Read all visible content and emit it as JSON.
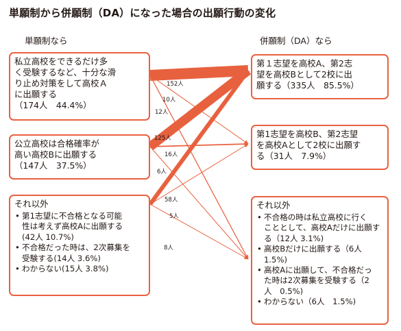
{
  "title": "単願制から併願制（DA）になった場合の出願行動の変化",
  "colors": {
    "accent": "#e8613f",
    "text": "#231815"
  },
  "left_header": "単願制なら",
  "right_header": "併願制（DA）なら",
  "left_boxes": {
    "private": {
      "lines": [
        "私立高校をできるだけ多",
        "く受験するなど、十分な滑",
        "り止め対策をして高校Ａ",
        "に出願する",
        "（174人　44.4%）"
      ]
    },
    "public": {
      "lines": [
        "公立高校は合格確率が",
        "高い高校Bに出願する",
        "（147人　37.5%）"
      ]
    },
    "other": {
      "head": "それ以外",
      "items": [
        {
          "lines": [
            "第1志望に不合格となる可能",
            "性は考えず高校Aに出願する",
            "(42人 10.7%)"
          ]
        },
        {
          "lines": [
            "不合格だった時は、2次募集を",
            "受験する(14人 3.6%)"
          ]
        },
        {
          "lines": [
            "わからない(15人 3.8%)"
          ]
        }
      ]
    }
  },
  "right_boxes": {
    "a_first": {
      "lines": [
        "第１志望を高校A、第2志",
        "望を高校Bとして2校に出",
        "願する（335人　85.5%）"
      ]
    },
    "b_first": {
      "lines": [
        "第1志望を高校B、第2志望",
        "を高校Aとして2校に出願す",
        "る（31人　7.9%）"
      ]
    },
    "other": {
      "head": "それ以外",
      "items": [
        {
          "lines": [
            "不合格の時は私立高校に行く",
            "こととして、高校Aだけに出願す",
            "る（12人 3.1%)"
          ]
        },
        {
          "lines": [
            "高校Bだけに出願する（6人",
            "1.5%)"
          ]
        },
        {
          "lines": [
            "高校Aに出願して、不合格だっ",
            "た時は2次募集を受験する（2",
            "人　0.5%)"
          ]
        },
        {
          "lines": [
            "わからない（6人　1.5%)"
          ]
        }
      ]
    }
  },
  "flows": [
    {
      "from": "private",
      "to": "a_first",
      "value": 152,
      "label": "152人"
    },
    {
      "from": "private",
      "to": "b_first",
      "value": 10,
      "label": "10人"
    },
    {
      "from": "private",
      "to": "other",
      "value": 12,
      "label": "12人"
    },
    {
      "from": "public",
      "to": "a_first",
      "value": 125,
      "label": "125人"
    },
    {
      "from": "public",
      "to": "b_first",
      "value": 16,
      "label": "16人"
    },
    {
      "from": "public",
      "to": "other",
      "value": 6,
      "label": "6人"
    },
    {
      "from": "other",
      "to": "a_first",
      "value": 58,
      "label": "58人"
    },
    {
      "from": "other",
      "to": "b_first",
      "value": 5,
      "label": "5人"
    },
    {
      "from": "other",
      "to": "other",
      "value": 8,
      "label": "8人"
    }
  ]
}
